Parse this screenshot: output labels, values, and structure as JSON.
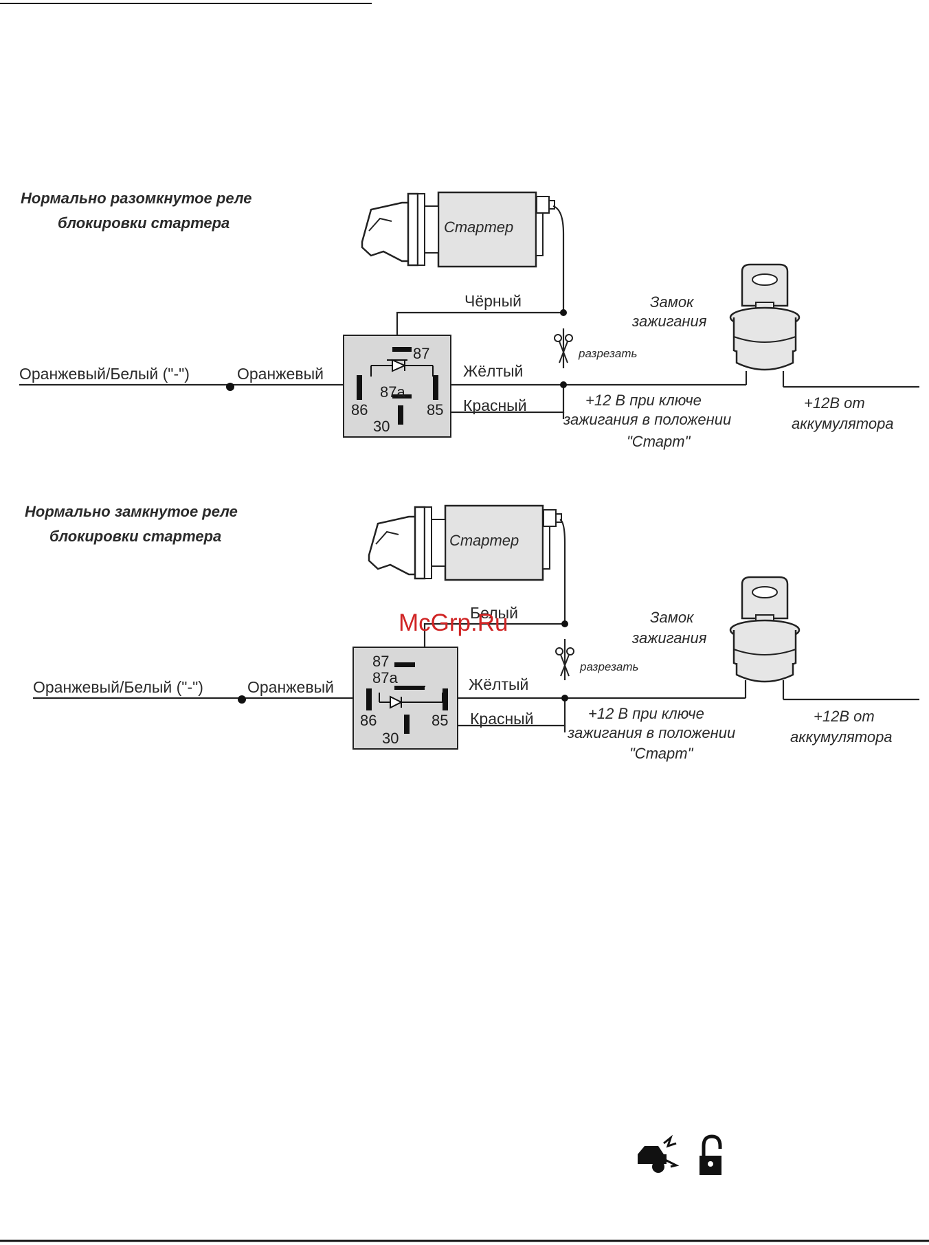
{
  "watermark": "McGrp.Ru",
  "diagrams": [
    {
      "title_line1": "Нормально разомкнутое реле",
      "title_line2": "блокировки стартера",
      "starter": "Стартер",
      "lock_line1": "Замок",
      "lock_line2": "зажигания",
      "cut": "разрезать",
      "wire_left": "Оранжевый/Белый (\"-\")",
      "wire_orange": "Оранжевый",
      "wire_top": "Чёрный",
      "wire_yellow": "Жёлтый",
      "wire_red": "Красный",
      "pins": {
        "p87": "87",
        "p87a": "87a",
        "p86": "86",
        "p85": "85",
        "p30": "30"
      },
      "ign_line1": "+12 В при ключе",
      "ign_line2": "зажигания в положении",
      "ign_line3": "\"Старт\"",
      "batt_line1": "+12В от",
      "batt_line2": "аккумулятора"
    },
    {
      "title_line1": "Нормально замкнутое реле",
      "title_line2": "блокировки стартера",
      "starter": "Стартер",
      "lock_line1": "Замок",
      "lock_line2": "зажигания",
      "cut": "разрезать",
      "wire_left": "Оранжевый/Белый (\"-\")",
      "wire_orange": "Оранжевый",
      "wire_top": "Белый",
      "wire_yellow": "Жёлтый",
      "wire_red": "Красный",
      "pins": {
        "p87": "87",
        "p87a": "87a",
        "p86": "86",
        "p85": "85",
        "p30": "30"
      },
      "ign_line1": "+12 В при ключе",
      "ign_line2": "зажигания в положении",
      "ign_line3": "\"Старт\"",
      "batt_line1": "+12В от",
      "batt_line2": "аккумулятора"
    }
  ],
  "footer_icons": [
    "car-shock-icon",
    "unlocked-padlock-icon"
  ]
}
